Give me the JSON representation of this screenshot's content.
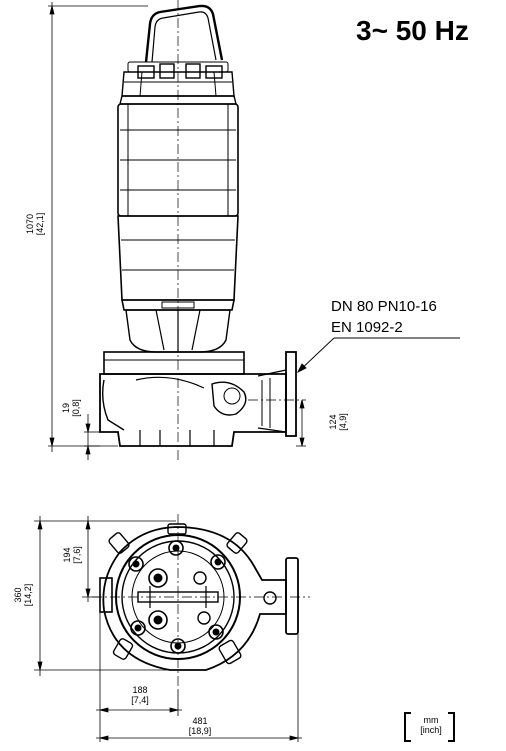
{
  "header": {
    "frequency_label": "3~ 50 Hz"
  },
  "flange_note": {
    "line1": "DN 80 PN10-16",
    "line2": "EN 1092-2"
  },
  "side_view": {
    "total_height": {
      "value": "1070",
      "inch": "[42,1]"
    },
    "base_clearance": {
      "value": "19",
      "inch": "[0,8]"
    },
    "outlet_height": {
      "value": "124",
      "inch": "[4,9]"
    }
  },
  "top_view": {
    "depth": {
      "value": "360",
      "inch": "[14,2]"
    },
    "center_offset_y": {
      "value": "194",
      "inch": "[7,6]"
    },
    "center_offset_x": {
      "value": "188",
      "inch": "[7,4]"
    },
    "total_length": {
      "value": "481",
      "inch": "[18,9]"
    }
  },
  "units": {
    "mm": "mm",
    "inch": "[inch]"
  }
}
